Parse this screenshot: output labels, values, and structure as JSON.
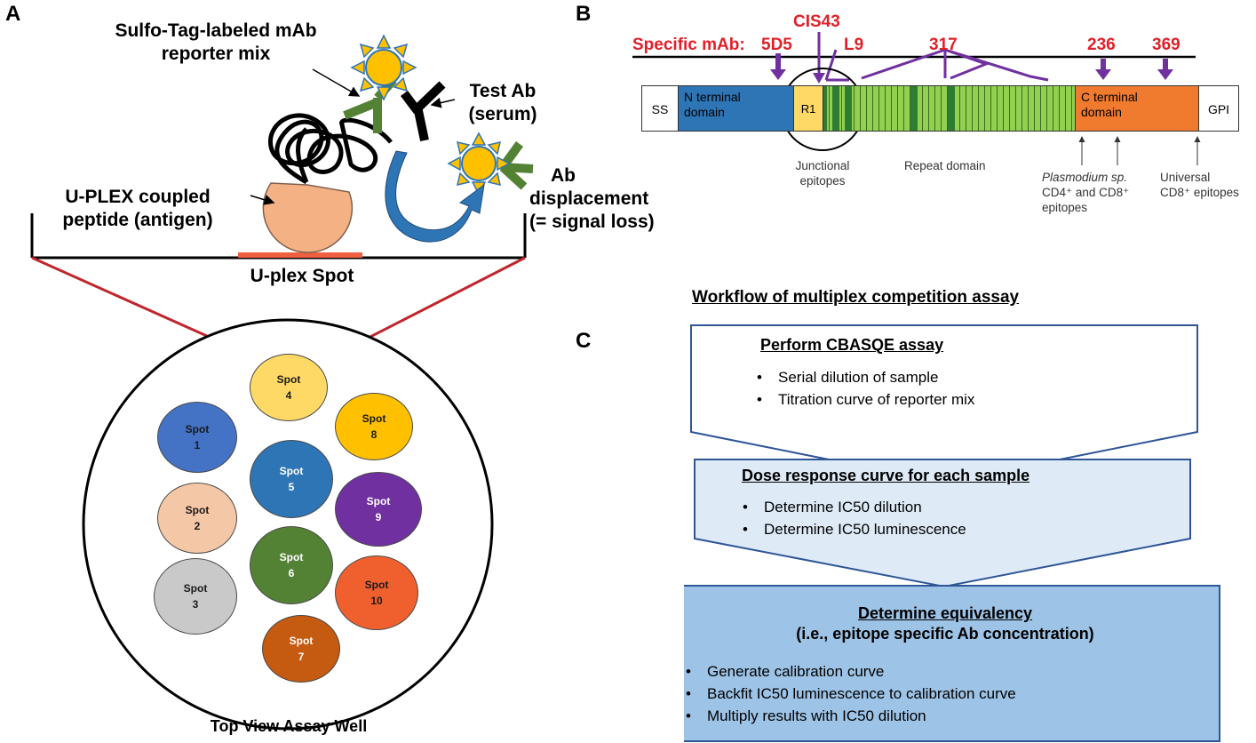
{
  "panel_a": {
    "label": "A",
    "reporter_label_1": "Sulfo-Tag-labeled mAb",
    "reporter_label_2": "reporter mix",
    "test_ab_1": "Test Ab",
    "test_ab_2": "(serum)",
    "peptide_1": "U-PLEX coupled",
    "peptide_2": "peptide (antigen)",
    "displacement_1": "Ab",
    "displacement_2": "displacement",
    "displacement_3": "(= signal loss)",
    "spot_label": "U-plex Spot",
    "well_caption": "Top View Assay Well",
    "spots": [
      {
        "word": "Spot",
        "num": "1",
        "color": "#4472c4",
        "text_color": "#1a1a1a"
      },
      {
        "word": "Spot",
        "num": "2",
        "color": "#f4c7a6",
        "text_color": "#1a1a1a"
      },
      {
        "word": "Spot",
        "num": "3",
        "color": "#c9c9c9",
        "text_color": "#1a1a1a"
      },
      {
        "word": "Spot",
        "num": "4",
        "color": "#ffd966",
        "text_color": "#1a1a1a"
      },
      {
        "word": "Spot",
        "num": "5",
        "color": "#2e75b6",
        "text_color": "#ffffff"
      },
      {
        "word": "Spot",
        "num": "6",
        "color": "#548235",
        "text_color": "#ffffff"
      },
      {
        "word": "Spot",
        "num": "7",
        "color": "#c55a11",
        "text_color": "#ffffff"
      },
      {
        "word": "Spot",
        "num": "8",
        "color": "#ffc000",
        "text_color": "#1a1a1a"
      },
      {
        "word": "Spot",
        "num": "9",
        "color": "#7030a0",
        "text_color": "#ffffff"
      },
      {
        "word": "Spot",
        "num": "10",
        "color": "#f0602e",
        "text_color": "#1a1a1a"
      }
    ]
  },
  "panel_b": {
    "label": "B",
    "specific_mab": "Specific mAb:",
    "mabs": [
      "5D5",
      "CIS43",
      "L9",
      "317",
      "236",
      "369"
    ],
    "domains": {
      "ss": "SS",
      "n_terminal_1": "N terminal",
      "n_terminal_2": "domain",
      "r1": "R1",
      "c_terminal_1": "C terminal",
      "c_terminal_2": "domain",
      "gpi": "GPI"
    },
    "junctional_1": "Junctional",
    "junctional_2": "epitopes",
    "repeat_domain": "Repeat domain",
    "plasmodium_italic": "Plasmodium sp.",
    "plasmodium_2": "CD4⁺ and CD8⁺",
    "plasmodium_3": "epitopes",
    "universal_1": "Universal",
    "universal_2": "CD8⁺ epitopes",
    "colors": {
      "n_terminal": "#2e75b6",
      "r1": "#ffd966",
      "repeat": "#92d050",
      "repeat_dark": "#2f7d32",
      "c_terminal": "#f07a2e",
      "mab_red": "#e02027",
      "arrow_purple": "#7030a0"
    }
  },
  "panel_c": {
    "label": "C",
    "workflow_title": "Workflow of multiplex competition assay",
    "step1": {
      "title": "Perform CBASQE assay",
      "items": [
        "Serial dilution of sample",
        "Titration curve of reporter mix"
      ]
    },
    "step2": {
      "title": "Dose response curve for each sample",
      "items": [
        "Determine IC50 dilution",
        "Determine IC50 luminescence"
      ]
    },
    "step3": {
      "title": "Determine equivalency",
      "subtitle": "(i.e., epitope specific Ab concentration)",
      "items": [
        "Generate calibration curve",
        "Backfit IC50 luminescence to calibration curve",
        "Multiply results with IC50 dilution"
      ]
    },
    "colors": {
      "step1_fill": "#ffffff",
      "step2_fill": "#deebf7",
      "step3_fill": "#9dc3e6",
      "border": "#2f5597"
    }
  }
}
